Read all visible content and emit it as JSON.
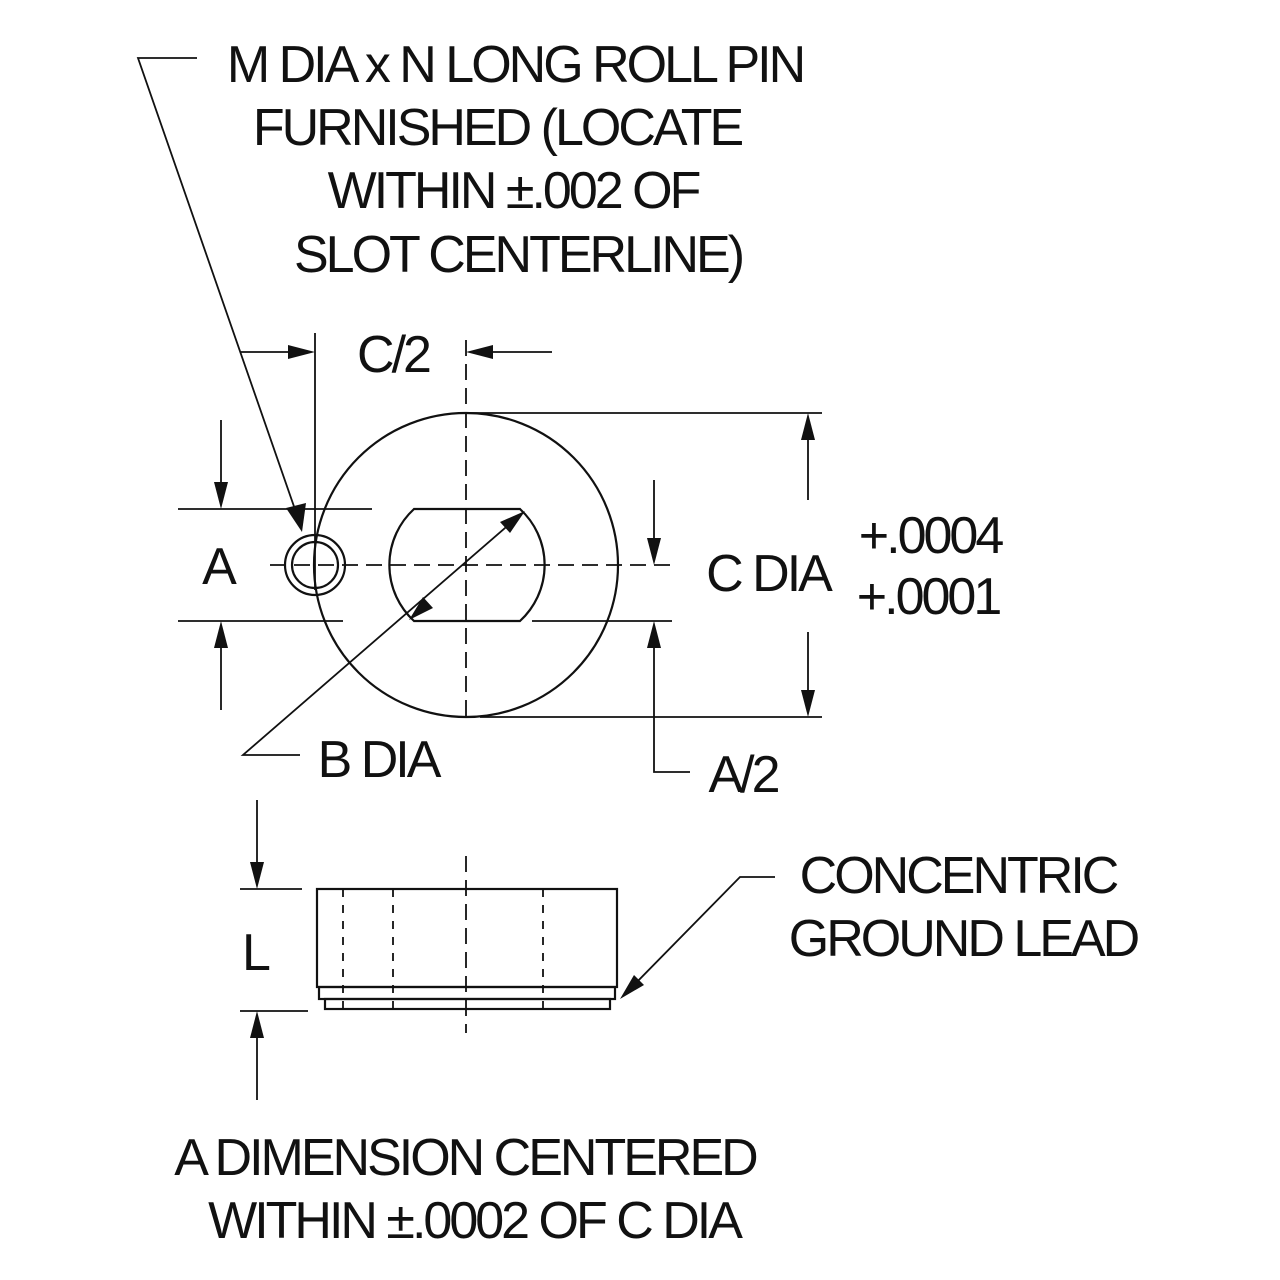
{
  "callouts": {
    "roll_pin": [
      "M DIA x N LONG ROLL PIN",
      "FURNISHED (LOCATE",
      "WITHIN ±.002 OF",
      "SLOT CENTERLINE)"
    ],
    "ground_lead": [
      "CONCENTRIC",
      "GROUND LEAD"
    ],
    "a_centered": [
      "A DIMENSION CENTERED",
      "WITHIN ±.0002 OF C DIA"
    ]
  },
  "dimensions": {
    "c_half": "C/2",
    "a": "A",
    "c_dia": "C DIA",
    "tol_plus": "+.0004",
    "tol_minus": "+.0001",
    "b_dia": "B DIA",
    "a_half": "A/2",
    "l": "L"
  },
  "colors": {
    "ink": "#111111",
    "paper": "#ffffff"
  }
}
